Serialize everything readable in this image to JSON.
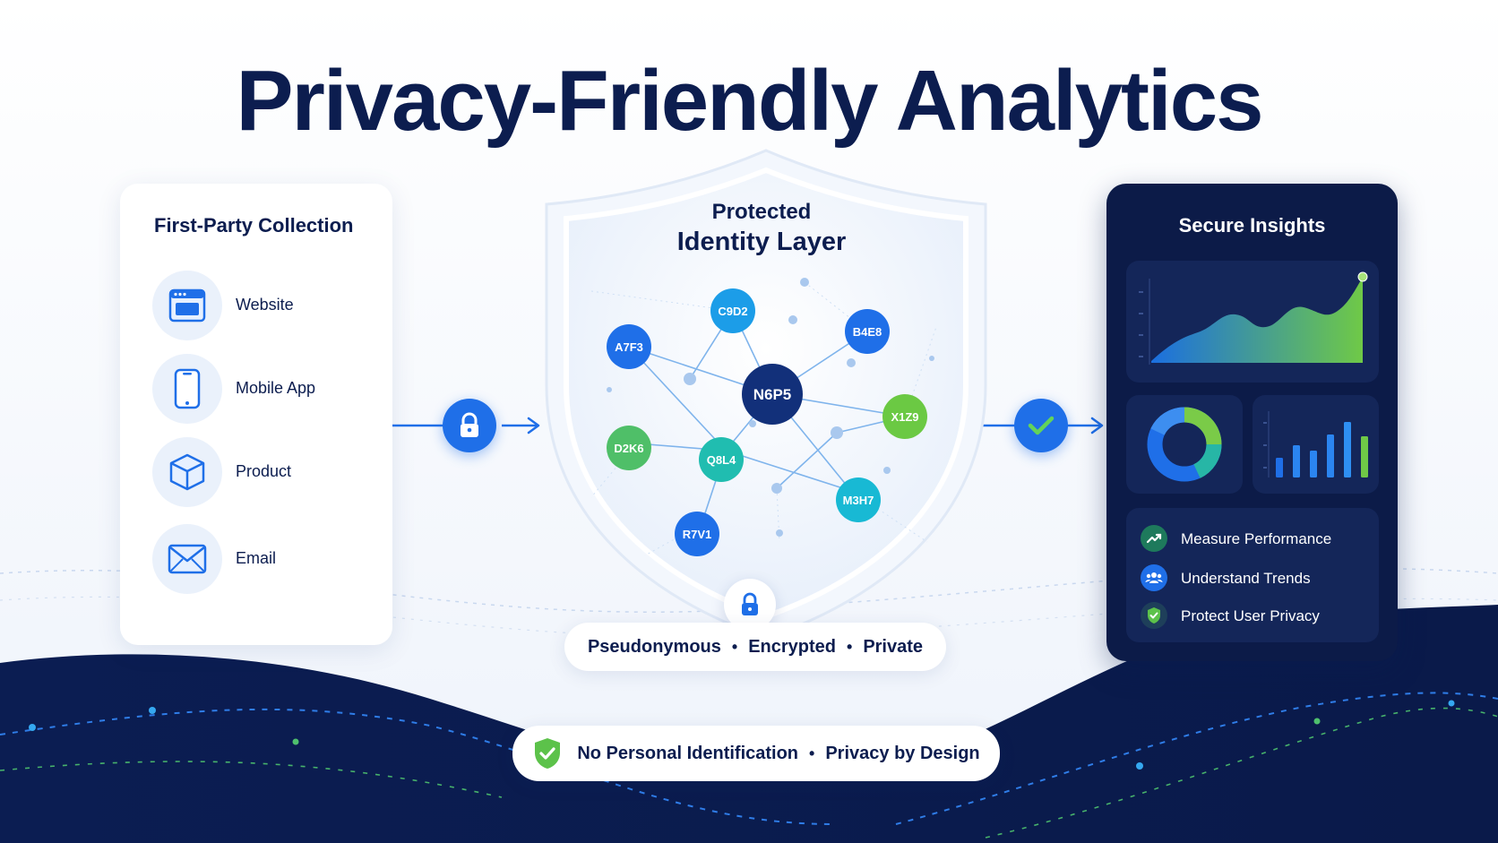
{
  "title": "Privacy-Friendly Analytics",
  "sources": {
    "heading": "First-Party Collection",
    "items": [
      {
        "label": "Website",
        "icon": "browser-window-icon"
      },
      {
        "label": "Mobile App",
        "icon": "smartphone-icon"
      },
      {
        "label": "Product",
        "icon": "box-icon"
      },
      {
        "label": "Email",
        "icon": "envelope-icon"
      }
    ]
  },
  "shield": {
    "title_line1": "Protected",
    "title_line2": "Identity Layer",
    "nodes": [
      "C9D2",
      "A7F3",
      "B4E8",
      "N6P5",
      "X1Z9",
      "D2K6",
      "Q8L4",
      "M3H7",
      "R7V1"
    ],
    "properties": [
      "Pseudonymous",
      "Encrypted",
      "Private"
    ],
    "bullet": "•"
  },
  "insights": {
    "heading": "Secure Insights",
    "benefits": [
      {
        "label": "Measure Performance",
        "icon": "trend-up-icon"
      },
      {
        "label": "Understand Trends",
        "icon": "users-icon"
      },
      {
        "label": "Protect User Privacy",
        "icon": "shield-check-icon"
      }
    ]
  },
  "footer": {
    "left": "No Personal Identification",
    "bullet": "•",
    "right": "Privacy by Design"
  },
  "colors": {
    "navy": "#0c1d4f",
    "blue": "#1f6fe8",
    "green": "#5cc24a",
    "teal": "#18b9d4"
  }
}
